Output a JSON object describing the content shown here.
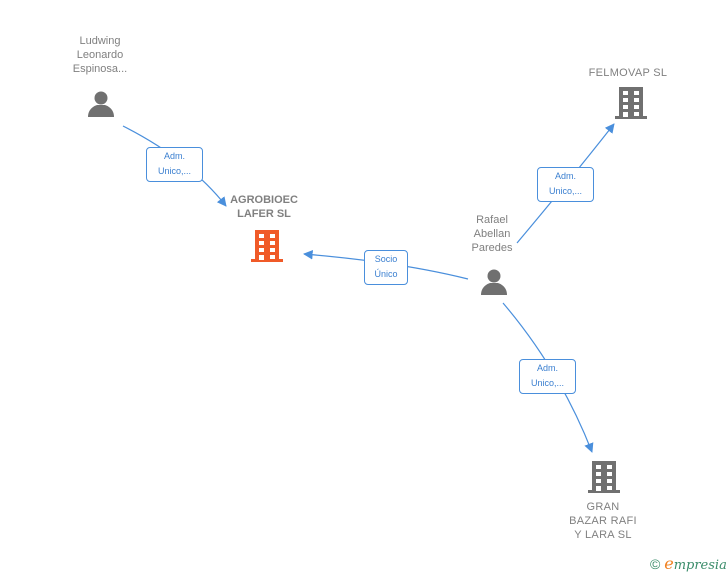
{
  "nodes": {
    "ludwing": {
      "label": "Ludwing\nLeonardo\nEspinosa...",
      "type": "person"
    },
    "agrobioec": {
      "label": "AGROBIOEC\nLAFER  SL",
      "type": "company",
      "highlighted": true
    },
    "rafael": {
      "label": "Rafael\nAbellan\nParedes",
      "type": "person"
    },
    "felmovap": {
      "label": "FELMOVAP  SL",
      "type": "company"
    },
    "gran_bazar": {
      "label": "GRAN\nBAZAR RAFI\nY LARA SL",
      "type": "company"
    }
  },
  "edges": [
    {
      "from": "ludwing",
      "to": "agrobioec",
      "line1": "Adm.",
      "line2": "Unico,..."
    },
    {
      "from": "rafael",
      "to": "agrobioec",
      "line1": "Socio",
      "line2": "Único"
    },
    {
      "from": "rafael",
      "to": "felmovap",
      "line1": "Adm.",
      "line2": "Unico,..."
    },
    {
      "from": "rafael",
      "to": "gran_bazar",
      "line1": "Adm.",
      "line2": "Unico,..."
    }
  ],
  "colors": {
    "edge": "#4a8fdc",
    "icon_default": "#707070",
    "icon_highlight": "#f05a28",
    "label": "#808080"
  },
  "credit": {
    "copyright": "©",
    "brand_initial": "e",
    "brand_rest": "mpresia"
  }
}
